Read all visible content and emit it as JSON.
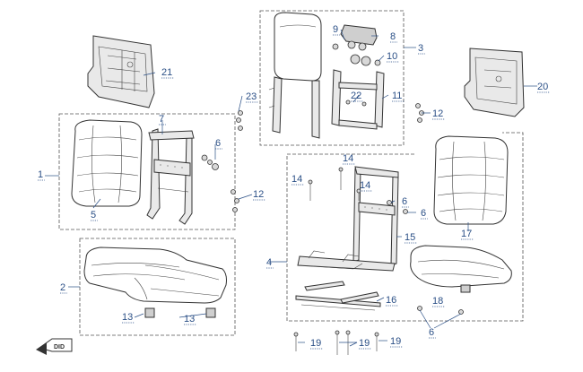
{
  "callouts": [
    {
      "key": "c1",
      "text": "1"
    },
    {
      "key": "c2",
      "text": "2"
    },
    {
      "key": "c3",
      "text": "3"
    },
    {
      "key": "c4",
      "text": "4"
    },
    {
      "key": "c5",
      "text": "5"
    },
    {
      "key": "c6a",
      "text": "6"
    },
    {
      "key": "c6b",
      "text": "6"
    },
    {
      "key": "c6c",
      "text": "6"
    },
    {
      "key": "c6d",
      "text": "6"
    },
    {
      "key": "c7",
      "text": "7"
    },
    {
      "key": "c8",
      "text": "8"
    },
    {
      "key": "c9",
      "text": "9"
    },
    {
      "key": "c10",
      "text": "10"
    },
    {
      "key": "c11",
      "text": "11"
    },
    {
      "key": "c12a",
      "text": "12"
    },
    {
      "key": "c12b",
      "text": "12"
    },
    {
      "key": "c13a",
      "text": "13"
    },
    {
      "key": "c13b",
      "text": "13"
    },
    {
      "key": "c14a",
      "text": "14"
    },
    {
      "key": "c14b",
      "text": "14"
    },
    {
      "key": "c14c",
      "text": "14"
    },
    {
      "key": "c15",
      "text": "15"
    },
    {
      "key": "c16",
      "text": "16"
    },
    {
      "key": "c17",
      "text": "17"
    },
    {
      "key": "c18",
      "text": "18"
    },
    {
      "key": "c19a",
      "text": "19"
    },
    {
      "key": "c19b",
      "text": "19"
    },
    {
      "key": "c19c",
      "text": "19"
    },
    {
      "key": "c20",
      "text": "20"
    },
    {
      "key": "c21",
      "text": "21"
    },
    {
      "key": "c22",
      "text": "22"
    },
    {
      "key": "c23",
      "text": "23"
    }
  ],
  "badge": {
    "text": "DID"
  },
  "colors": {
    "callout": "#2a4f86",
    "line": "#333333"
  }
}
